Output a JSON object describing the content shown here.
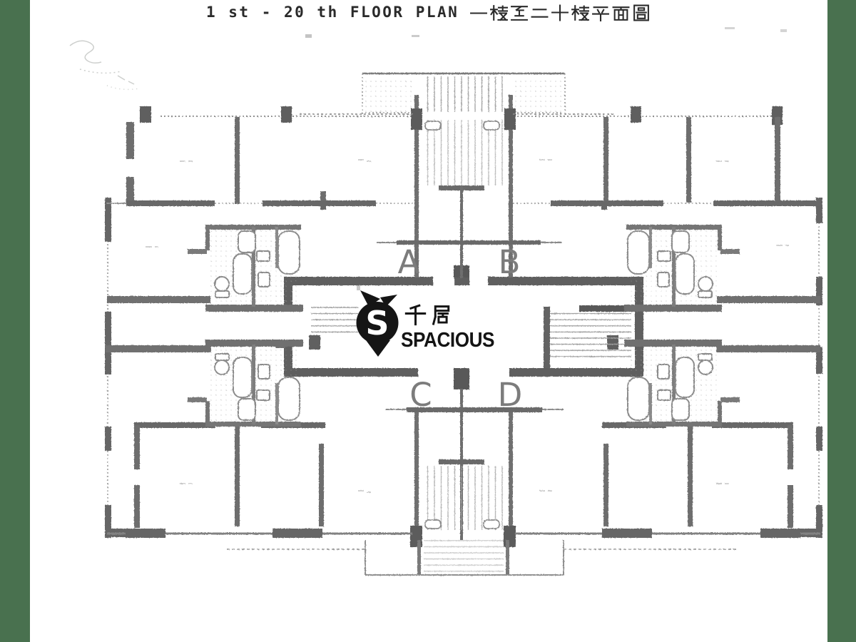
{
  "page": {
    "background_color": "#49714f",
    "paper_color": "#ffffff"
  },
  "title": {
    "en": "1 st - 20 th FLOOR PLAN",
    "zh": "一樓至二十樓平面圖"
  },
  "plan": {
    "units": [
      {
        "label": "A"
      },
      {
        "label": "B"
      },
      {
        "label": "C"
      },
      {
        "label": "D"
      }
    ],
    "colors": {
      "wall": "#6f6f6f",
      "wall_dark": "#5c5c5c",
      "thin_line": "#8f8f8f",
      "unit_label": "#7c7c7c"
    }
  },
  "watermark": {
    "logo_letter": "S",
    "zh": "千居",
    "en": "SPACIOUS",
    "color": "#141414"
  }
}
